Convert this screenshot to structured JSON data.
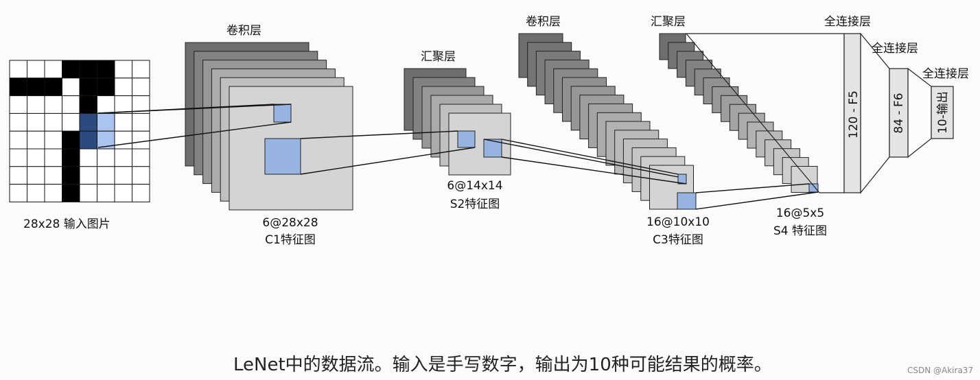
{
  "input": {
    "label": "28x28 输入图片",
    "grid_cols": 8,
    "grid_rows": 8,
    "black_cells": [
      [
        3,
        0
      ],
      [
        4,
        0
      ],
      [
        5,
        0
      ],
      [
        0,
        1
      ],
      [
        1,
        1
      ],
      [
        2,
        1
      ],
      [
        4,
        1
      ],
      [
        5,
        1
      ],
      [
        4,
        2
      ],
      [
        3,
        4
      ],
      [
        3,
        5
      ],
      [
        3,
        6
      ],
      [
        3,
        7
      ]
    ],
    "highlight_cells": [
      [
        4,
        3
      ],
      [
        5,
        3
      ],
      [
        4,
        4
      ],
      [
        5,
        4
      ]
    ]
  },
  "conv1": {
    "top_label": "卷积层",
    "dim": "6@28x28",
    "name": "C1特征图"
  },
  "pool1": {
    "top_label": "汇聚层",
    "dim": "6@14x14",
    "name": "S2特征图"
  },
  "conv2": {
    "top_label": "卷积层",
    "dim": "16@10x10",
    "name": "C3特征图"
  },
  "pool2": {
    "top_label": "汇聚层",
    "dim": "16@5x5",
    "name": "S4 特征图"
  },
  "fc1": {
    "top_label": "全连接层",
    "box_label": "120 - F5"
  },
  "fc2": {
    "top_label": "全连接层",
    "box_label": "84 - F6"
  },
  "fc3": {
    "top_label": "全连接层",
    "box_label": "10-输出"
  },
  "caption": "LeNet中的数据流。输入是手写数字，输出为10种可能结果的概率。",
  "watermark": "CSDN @Akira37",
  "colors": {
    "black_cell": "#000000",
    "highlight_dark": "#2b4a80",
    "highlight_light": "#aac4ee",
    "receptive": "#97b4e0",
    "map_dark": "#6e6e6e",
    "map_light": "#d4d4d4",
    "fc_fill": "#e4e4e4"
  }
}
